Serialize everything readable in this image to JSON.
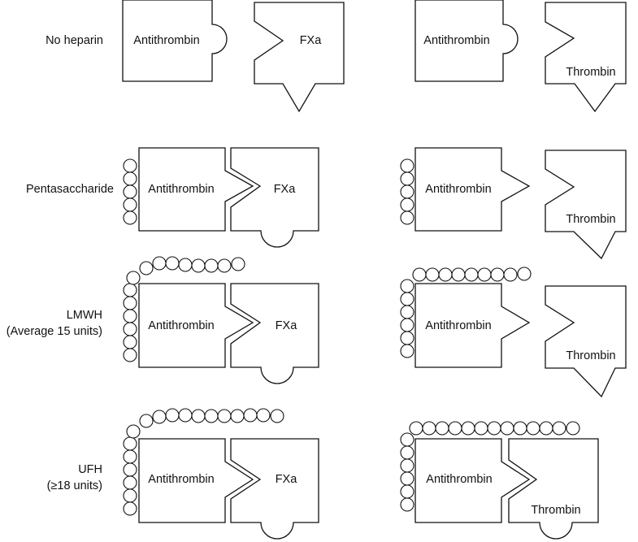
{
  "rows": [
    {
      "label_lines": [
        "No heparin"
      ]
    },
    {
      "label_lines": [
        "Pentasaccharide"
      ]
    },
    {
      "label_lines": [
        "LMWH",
        "(Average 15 units)"
      ]
    },
    {
      "label_lines": [
        "UFH",
        "(≥18 units)"
      ]
    }
  ],
  "labels": {
    "antithrombin": "Antithrombin",
    "fxa": "FXa",
    "thrombin": "Thrombin"
  }
}
